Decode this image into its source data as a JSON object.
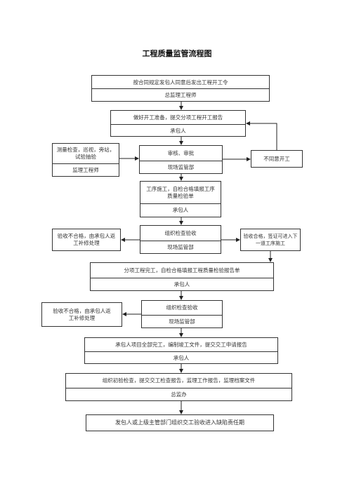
{
  "title": "工程质量监管流程图",
  "steps": {
    "s1": {
      "line1": "按合同规定发包人同意后发出工程开工令",
      "line2": "总监理工程师"
    },
    "s2": {
      "line1": "做好开工准备，提交分项工程开工报告",
      "line2": "承包人"
    },
    "s3": {
      "line1": "审核、审批",
      "line2": "现场监管部"
    },
    "s4": {
      "line1": "工序施工，自检合格填报工序质量检验单",
      "line2": "承包人"
    },
    "s5": {
      "line1": "组织检查验收",
      "line2": "现场监管部"
    },
    "s6": {
      "line1": "分项工程完工，自检合格填报工程质量检验报告单",
      "line2": "承包人"
    },
    "s7": {
      "line1": "组织检查验收",
      "line2": "现场监管部"
    },
    "s8": {
      "line1": "承包人项目全部完工，编制竣工文件，提交交工申请报告",
      "line2": "承包人"
    },
    "s9": {
      "line1": "组织初验检查，提交交工检查报告，监理工作报告，监理档案文件",
      "line2": "总监办"
    },
    "s10": {
      "line1": "发包人或上级主管部门组织交工验收进入缺陷责任期"
    }
  },
  "side": {
    "measure": {
      "line1": "测量检查，巡视，旁站，试验抽验",
      "line2": "监理工程师"
    },
    "reject_start": "不同意开工",
    "fail1": "验收不合格，由承包人返工补修处理",
    "pass1": "验收合格，签证可进入下一道工序施工",
    "fail2": "验收不合格，由承包人返工补修处理"
  }
}
